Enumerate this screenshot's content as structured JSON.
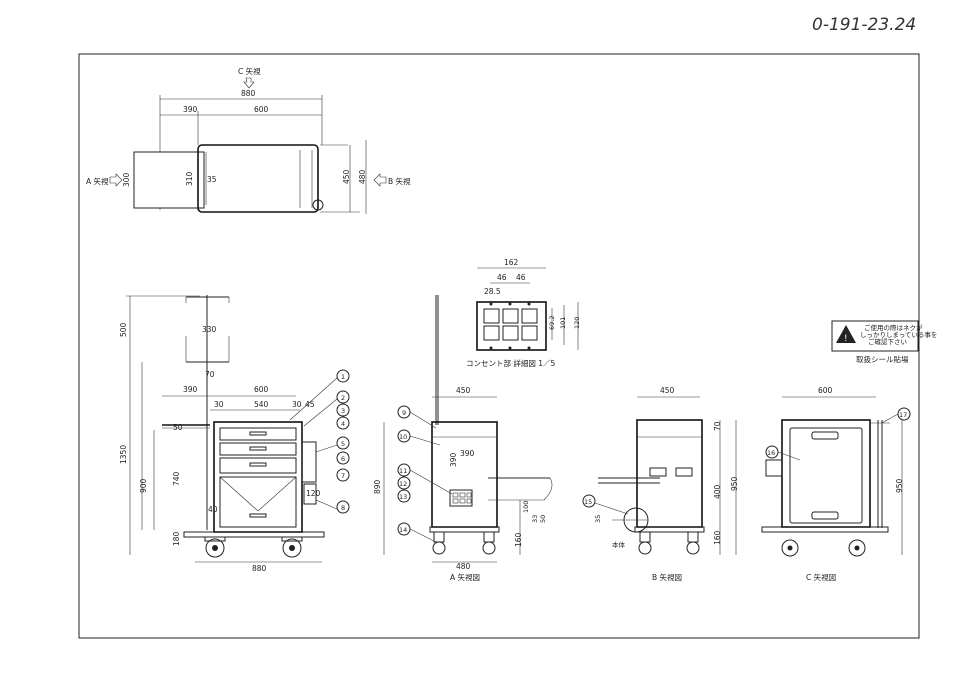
{
  "doc_number": "0-191-23.24",
  "colors": {
    "ink": "#222222",
    "paper": "#ffffff"
  },
  "top_view": {
    "view_c_arrow": "C 矢視",
    "view_a_arrow": "A 矢視",
    "view_b_arrow": "B 矢視",
    "dims": {
      "overall": "880",
      "left": "390",
      "body": "600",
      "depth1": "300",
      "inner": "310",
      "gap": "35",
      "d450": "450",
      "d480": "480"
    }
  },
  "outlet_detail": {
    "title": "コンセント部 詳細図 1／5",
    "dims": {
      "width": "162",
      "pitch1": "46",
      "pitch2": "46",
      "edge": "28.5",
      "h1": "69.2",
      "h2": "101",
      "h3": "120"
    }
  },
  "warning_label": {
    "text_line1": "ご使用の際はネクが",
    "text_line2": "しっかりしまっている事を",
    "text_line3": "ご確認下さい",
    "caption": "取扱シール貼場"
  },
  "front_view": {
    "dims": {
      "pole": "500",
      "hook": "330",
      "h1350": "1350",
      "h900": "900",
      "h740": "740",
      "h70": "70",
      "w390": "390",
      "w600": "600",
      "w30a": "30",
      "w540": "540",
      "w30b": "30",
      "w45": "45",
      "w50": "50",
      "h120": "120",
      "h180": "180",
      "h40": "40",
      "w880": "880"
    },
    "callouts": [
      "1",
      "2",
      "3",
      "4",
      "5",
      "6",
      "7",
      "8"
    ]
  },
  "view_a": {
    "caption": "A 矢視図",
    "dims": {
      "w450": "450",
      "h890": "890",
      "d390": "390",
      "h390": "390",
      "h160": "160",
      "w480": "480",
      "h100": "100",
      "h33": "33",
      "h50": "50"
    },
    "callouts": [
      "9",
      "10",
      "11",
      "12",
      "13",
      "14"
    ]
  },
  "view_b": {
    "caption": "B 矢視図",
    "dims": {
      "w450": "450",
      "h70": "70",
      "h400": "400",
      "h950": "950",
      "h160": "160",
      "h35": "35"
    },
    "callouts": [
      "15"
    ],
    "note": "本体"
  },
  "view_c": {
    "caption": "C 矢視図",
    "dims": {
      "w600": "600",
      "h950": "950"
    },
    "callouts": [
      "16",
      "17"
    ]
  }
}
